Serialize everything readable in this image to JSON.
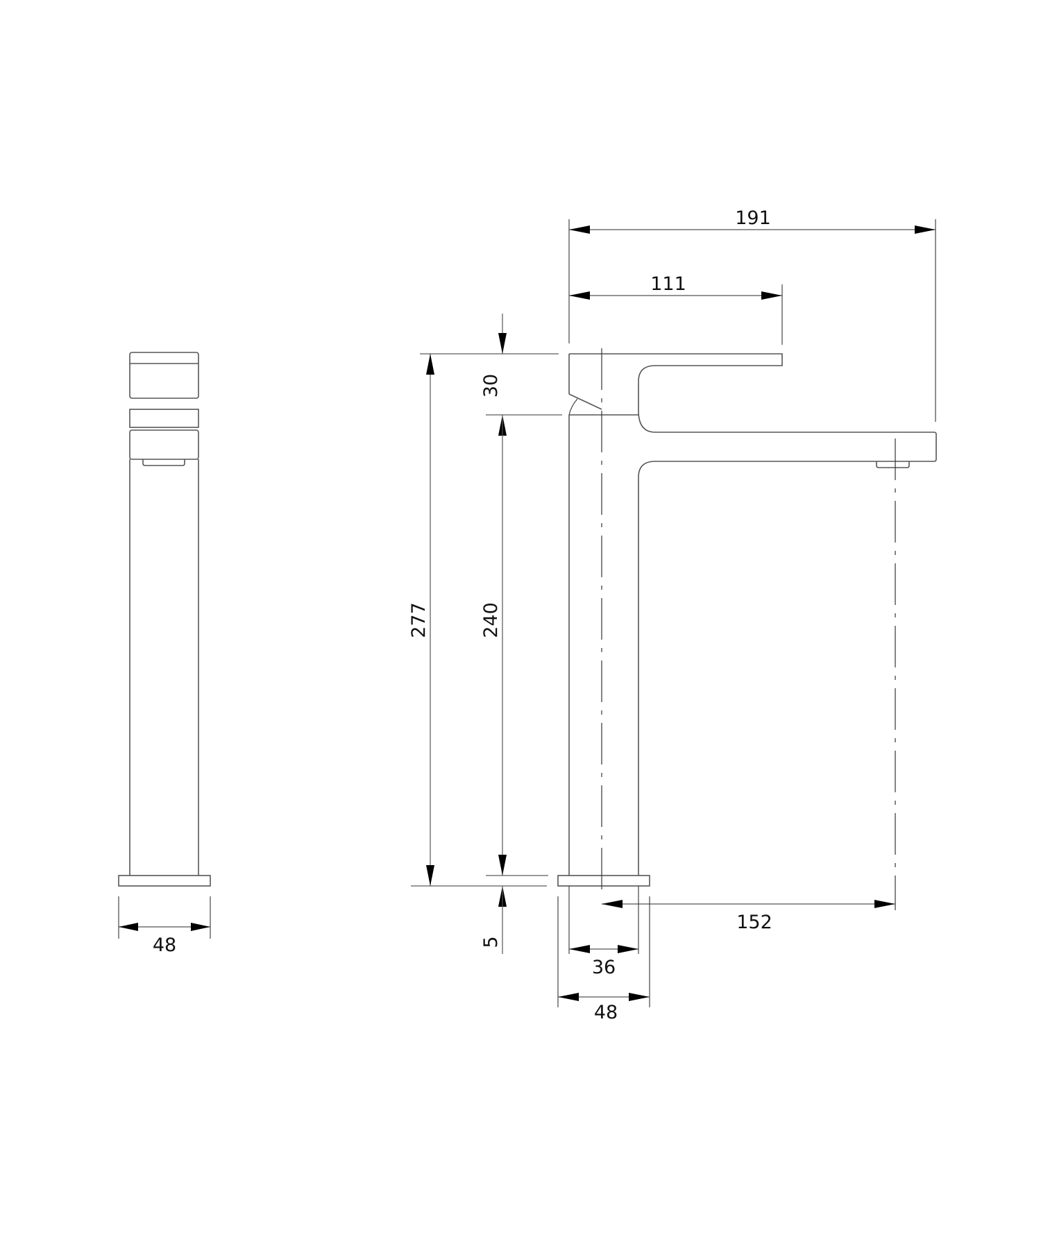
{
  "drawing": {
    "type": "technical dimension drawing",
    "subject": "tall basin mixer tap",
    "units_visible": "",
    "views": [
      {
        "name": "side view",
        "dimensions": {
          "base_width": "48"
        }
      },
      {
        "name": "front view",
        "dimensions": {
          "overall_reach": "191",
          "lever_reach": "111",
          "lever_height": "30",
          "body_height": "240",
          "overall_height": "277",
          "base_thickness": "5",
          "spout_reach_from_center": "152",
          "body_width": "36",
          "base_width": "48"
        }
      }
    ]
  },
  "labels": {
    "side_base_width": "48",
    "overall_reach": "191",
    "lever_reach": "111",
    "lever_height": "30",
    "body_height": "240",
    "overall_height": "277",
    "base_thickness": "5",
    "spout_reach": "152",
    "body_width": "36",
    "front_base_width": "48"
  },
  "colors": {
    "line": "#555555",
    "text": "#111111",
    "background": "#ffffff"
  }
}
